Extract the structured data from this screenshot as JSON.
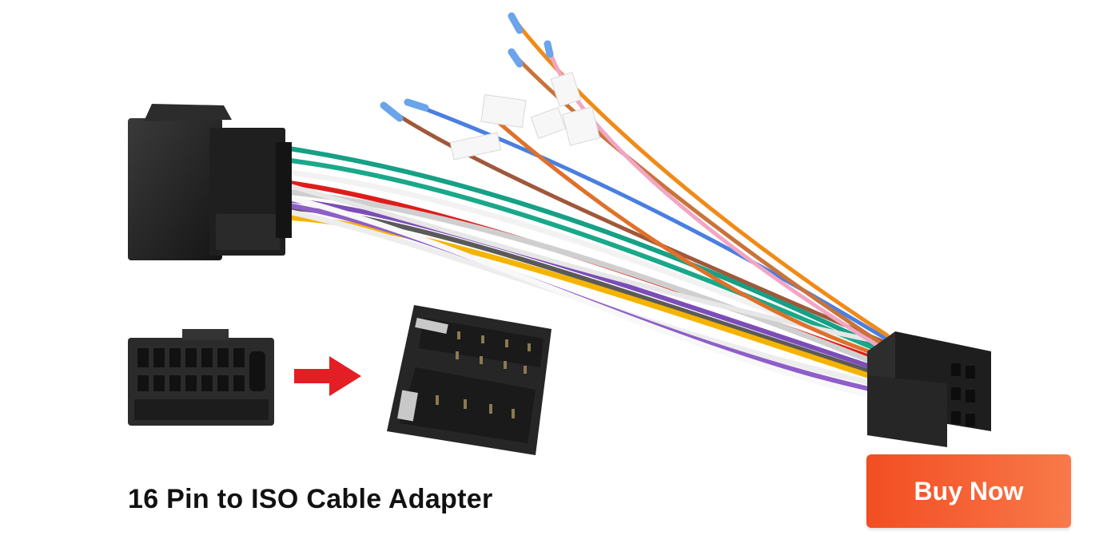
{
  "product": {
    "caption": "16 Pin to ISO Cable Adapter"
  },
  "cta": {
    "label": "Buy Now",
    "color": "#f45a2e"
  },
  "illustration": {
    "connector_16pin_icon": "black-16-pin-connector",
    "arrow_icon": "red-right-arrow",
    "iso_connector_icon": "black-iso-connector",
    "wire_colors": [
      "#16a085",
      "#e01b1b",
      "#f2b800",
      "#7c4db8",
      "#f5f5f5",
      "#5a5a5a",
      "#f08a18",
      "#4a7fe0",
      "#a0583a",
      "#f2a6c4",
      "#2ecc71"
    ]
  }
}
